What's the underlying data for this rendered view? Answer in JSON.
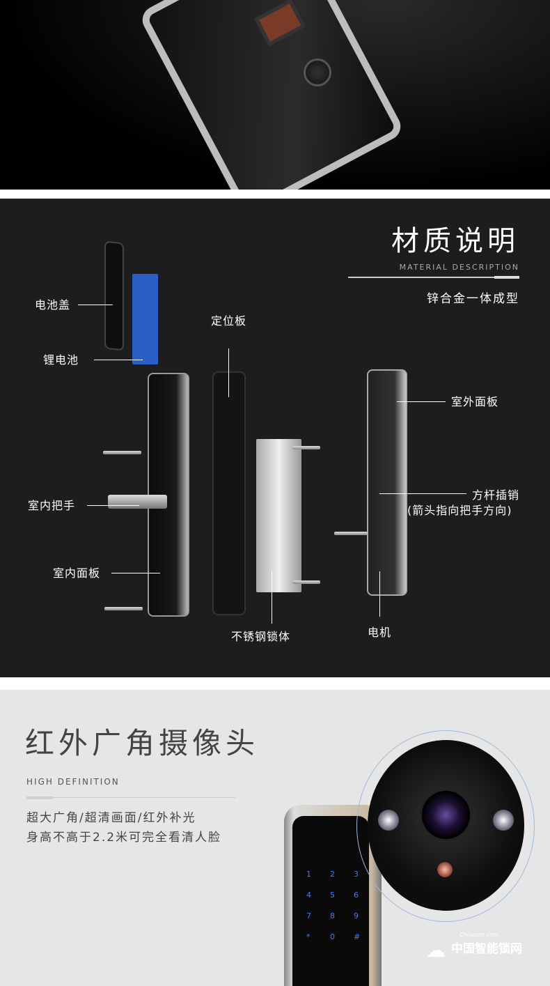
{
  "material": {
    "title": "材质说明",
    "subtitle": "MATERIAL DESCRIPTION",
    "desc": "锌合金一体成型",
    "labels": {
      "battery_cover": "电池盖",
      "lithium_battery": "锂电池",
      "positioning_plate": "定位板",
      "outdoor_panel": "室外面板",
      "indoor_handle": "室内把手",
      "square_pin": "方杆插销",
      "square_pin_note": "(箭头指向把手方向)",
      "indoor_panel": "室内面板",
      "lock_body": "不锈钢锁体",
      "motor": "电机"
    },
    "colors": {
      "background": "#1d1d1f",
      "battery": "#2a5fc8"
    }
  },
  "camera": {
    "title": "红外广角摄像头",
    "subtitle": "HIGH DEFINITION",
    "line1": "超大广角/超清画面/红外补光",
    "line2": "身高不高于2.2米可完全看清人脸",
    "keypad": [
      "1",
      "2",
      "3",
      "4",
      "5",
      "6",
      "7",
      "8",
      "9",
      "*",
      "0",
      "#"
    ],
    "colors": {
      "background": "#e6e6e6",
      "keypad": "#3d7fff",
      "ring": "#9bbbe0"
    }
  },
  "watermark": {
    "text": "中国智能锁网",
    "sub": "Chinazns.com"
  }
}
